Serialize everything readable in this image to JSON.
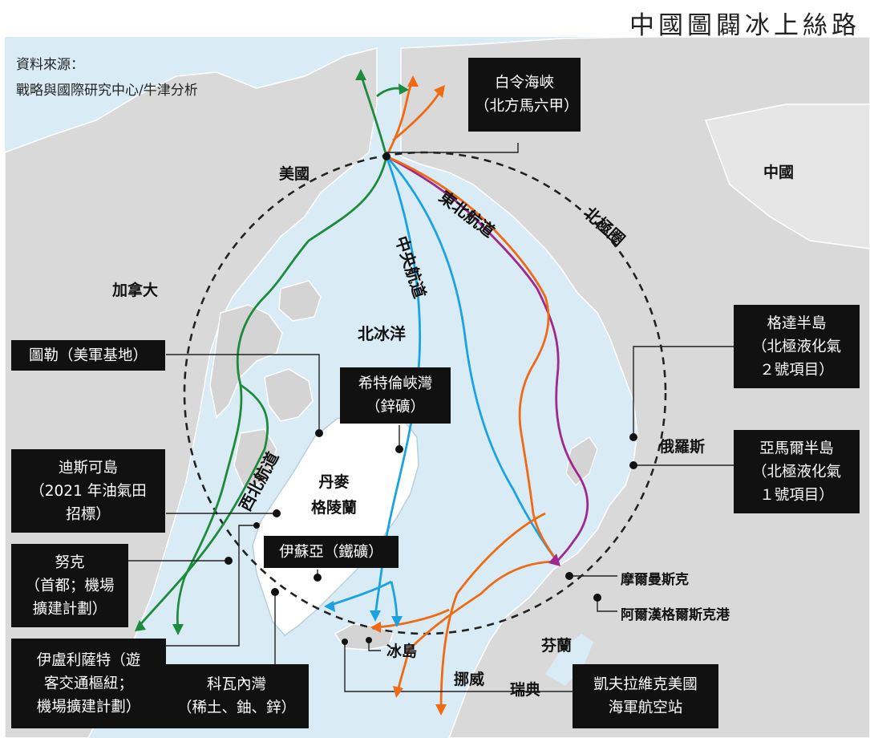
{
  "title": "中國圖闢冰上絲路",
  "source": {
    "line1": "資料來源：",
    "line2": "戰略與國際研究中心/牛津分析"
  },
  "regions": {
    "usa": "美國",
    "canada": "加拿大",
    "china": "中國",
    "russia": "俄羅斯",
    "arctic_ocean": "北冰洋",
    "greenland": "丹麥\n格陵蘭",
    "iceland": "冰島",
    "norway": "挪威",
    "sweden": "瑞典",
    "finland": "芬蘭"
  },
  "routes": {
    "northeast": "東北航道",
    "central": "中央航道",
    "northwest": "西北航道",
    "arctic_circle": "北極圈"
  },
  "route_colors": {
    "northeast_purple": "#a0288c",
    "northeast_orange": "#f06a14",
    "central": "#1aa3e0",
    "northwest": "#1e8a3c"
  },
  "callouts": {
    "bering": [
      "白令海峽",
      "（北方馬六甲）"
    ],
    "thule": [
      "圖勒（美軍基地）"
    ],
    "citronen": [
      "希特倫峽灣",
      "（鋅礦）"
    ],
    "disko": [
      "迪斯可島",
      "（2021 年油氣田",
      "招標）"
    ],
    "nuuk": [
      "努克",
      "（首都；機場",
      "擴建計劃）"
    ],
    "isua": [
      "伊蘇亞（鐵礦）"
    ],
    "ilulissat": [
      "伊盧利薩特（遊",
      "客交通樞紐；",
      "機場擴建計劃）"
    ],
    "kvanefjeld": [
      "科瓦內灣",
      "（稀土、鈾、鋅）"
    ],
    "gydan": [
      "格達半島",
      "（北極液化氣",
      "２號項目）"
    ],
    "yamal": [
      "亞馬爾半島",
      "（北極液化氣",
      "１號項目）"
    ],
    "keflavik": [
      "凱夫拉維克美國",
      "海軍航空站"
    ]
  },
  "ports": {
    "murmansk": "摩爾曼斯克",
    "arkhangelsk": "阿爾漢格爾斯克港"
  }
}
